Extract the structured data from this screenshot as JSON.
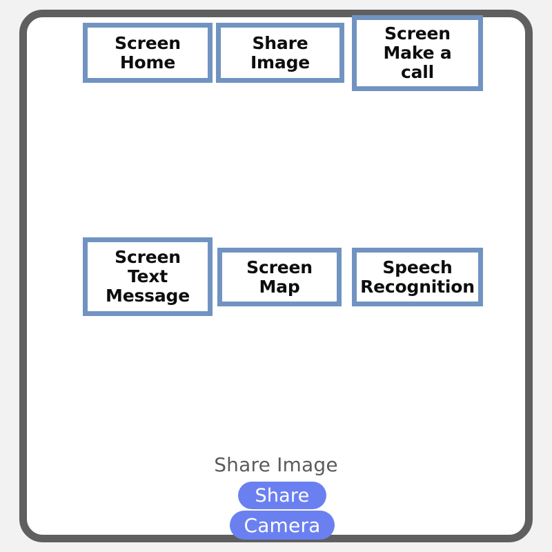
{
  "canvas": {
    "name": "app-flow-canvas",
    "frame_color": "#5f5f5f",
    "page_background": "#f2f2f2",
    "surface_color": "#ffffff"
  },
  "shapes": {
    "border_color": "#7093c1",
    "text_color": "#0d0d0d",
    "row1": [
      {
        "id": "screen-home",
        "label": "Screen\nHome"
      },
      {
        "id": "share-image",
        "label": "Share\nImage"
      },
      {
        "id": "make-a-call",
        "label": "Screen\nMake a\ncall"
      }
    ],
    "row2": [
      {
        "id": "text-message",
        "label": "Screen\nText\nMessage"
      },
      {
        "id": "screen-map",
        "label": "Screen\nMap"
      },
      {
        "id": "speech-recognition",
        "label": "Speech\nRecognition"
      }
    ]
  },
  "share_panel": {
    "title": "Share Image",
    "title_color": "#5b5b5b",
    "pill_color": "#6b80f0",
    "pill_text_color": "#ffffff",
    "options": [
      {
        "id": "share",
        "label": "Share"
      },
      {
        "id": "camera",
        "label": "Camera"
      }
    ]
  }
}
